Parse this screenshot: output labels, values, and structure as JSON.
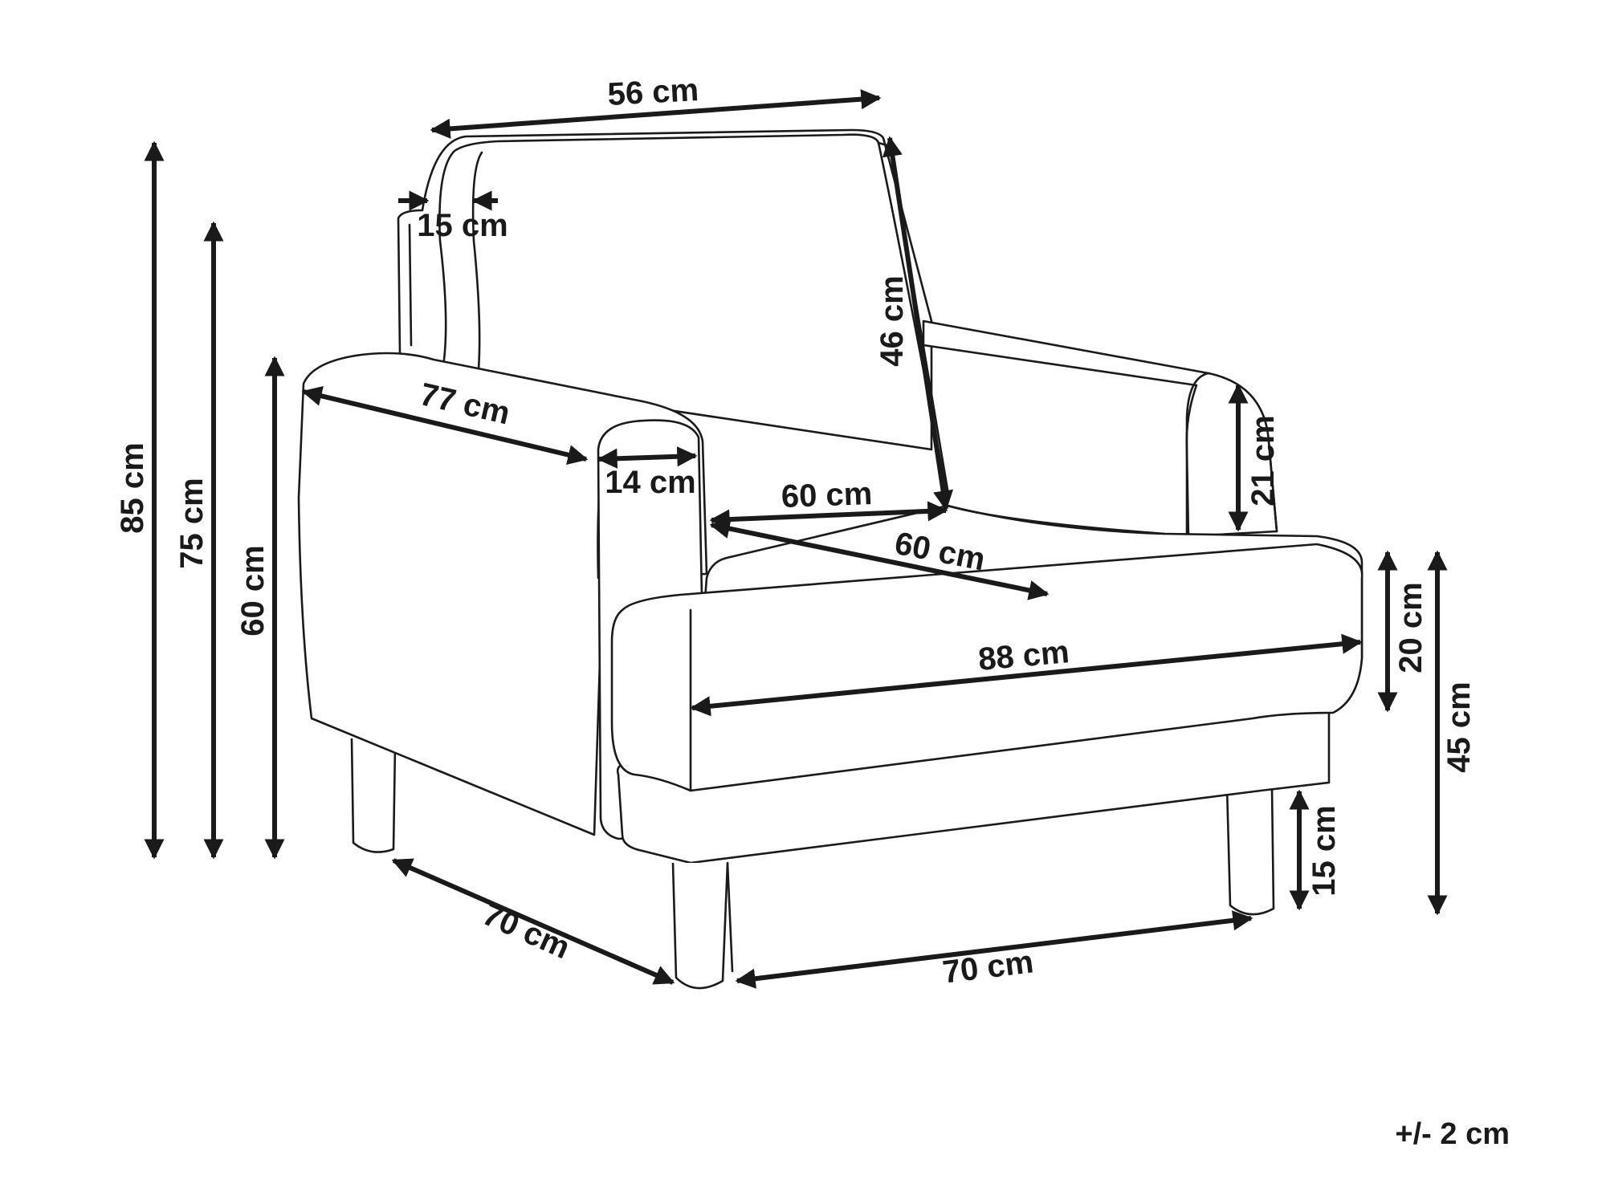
{
  "diagram": {
    "dimensions": {
      "total_height": "85 cm",
      "back_height": "75 cm",
      "armrest_height": "60 cm",
      "backrest_width": "56 cm",
      "backrest_thickness": "15 cm",
      "backrest_height": "46 cm",
      "armrest_depth": "77 cm",
      "armrest_width": "14 cm",
      "seat_width": "60 cm",
      "seat_depth": "60 cm",
      "armrest_inner_height": "21 cm",
      "total_width": "88 cm",
      "cushion_height": "20 cm",
      "seat_height": "45 cm",
      "leg_height": "15 cm",
      "base_depth": "70 cm",
      "base_width": "70 cm"
    },
    "tolerance": "+/- 2 cm"
  }
}
